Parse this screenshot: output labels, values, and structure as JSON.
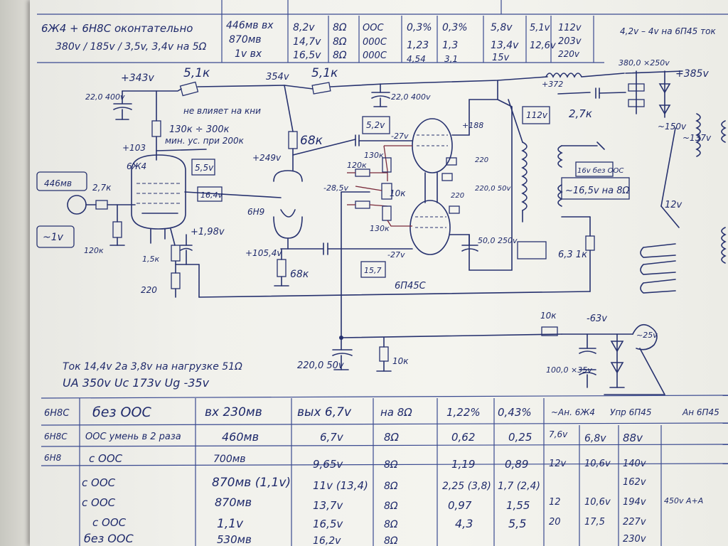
{
  "header": {
    "row1": [
      "6Ж4 + 6Н8С оконтательно",
      "446мв вх",
      "8,2v",
      "8Ω",
      "ООС",
      "0,3%",
      "0,3%",
      "5,8v",
      "5,1v",
      "112v",
      "4,2v – 4v на 6П45 ток"
    ],
    "row2": [
      "380v / 185v / 3,5v, 3,4v на 5Ω",
      "870мв",
      "14,7v",
      "8Ω",
      "000С",
      "1,23",
      "1,3",
      "13,4v",
      "12,6v",
      "203v",
      "220v"
    ],
    "row3": [
      "1v вх",
      "16,5v",
      "8Ω",
      "000С",
      "4,54",
      "3,1",
      "15v"
    ]
  },
  "schematic": {
    "labels": [
      "+343v",
      "5,1к",
      "354v",
      "5,1к",
      "22,0 400v",
      "22,0 400v",
      "не влияет на кни",
      "130к ÷ 300к",
      "мин. ус. при 200к",
      "68к",
      "+103",
      "6Ж4",
      "5,5v",
      "16,4v",
      "446мв",
      "2,7к",
      "~1v",
      "120к",
      "1,5к",
      "+1,98v",
      "220",
      "6Н9",
      "+249v",
      "+105,4v",
      "68к",
      "5,2v",
      "-27v",
      "+188",
      "130к",
      "120к",
      "-28,5v",
      "10к",
      "130к",
      "-27v",
      "15,7",
      "220",
      "220,0 50v",
      "50,0 250v",
      "220",
      "6П45С",
      "+372",
      "112v",
      "2,7к",
      "380,0 ×250v",
      "+385v",
      "~150v",
      "~137v",
      "12v",
      "16v без ООС",
      "~16,5v на 8Ω",
      "6,3 1к",
      "10к",
      "-63v",
      "~25v",
      "100,0 ×35v",
      "220,0 50v",
      "10к"
    ],
    "note1": "Ток 14,4v 2а 3,8v на нагрузке 51Ω",
    "note2": "UA 350v   Uc 173v   Ug -35v"
  },
  "table": {
    "rows": [
      [
        "6Н8С",
        "без ООС",
        "вх 230мв",
        "вых 6,7v",
        "на 8Ω",
        "1,22%",
        "0,43%",
        "~Ан. 6Ж4",
        "Упр 6П45",
        "Ан 6П45"
      ],
      [
        "6Н8С",
        "ООС умень в 2 раза",
        "460мв",
        "6,7v",
        "8Ω",
        "0,62",
        "0,25",
        "7,6v",
        "6,8v",
        "88v"
      ],
      [
        "6Н8",
        "с ООС",
        "700мв",
        "9,65v",
        "8Ω",
        "1,19",
        "0,89",
        "12v",
        "10,6v",
        "140v"
      ],
      [
        "",
        "с ООС",
        "870мв (1,1v)",
        "11v (13,4)",
        "8Ω",
        "2,25 (3,8)",
        "1,7 (2,4)",
        "",
        "",
        "162v"
      ],
      [
        "",
        "с ООС",
        "870мв",
        "13,7v",
        "8Ω",
        "0,97",
        "1,55",
        "12",
        "10,6v",
        "194v",
        "450v А+А"
      ],
      [
        "",
        "с ООС",
        "1,1v",
        "16,5v",
        "8Ω",
        "4,3",
        "5,5",
        "20",
        "17,5",
        "227v"
      ],
      [
        "",
        "без ООС",
        "530мв",
        "16,2v",
        "8Ω",
        "",
        "",
        "",
        "",
        "230v"
      ]
    ]
  }
}
